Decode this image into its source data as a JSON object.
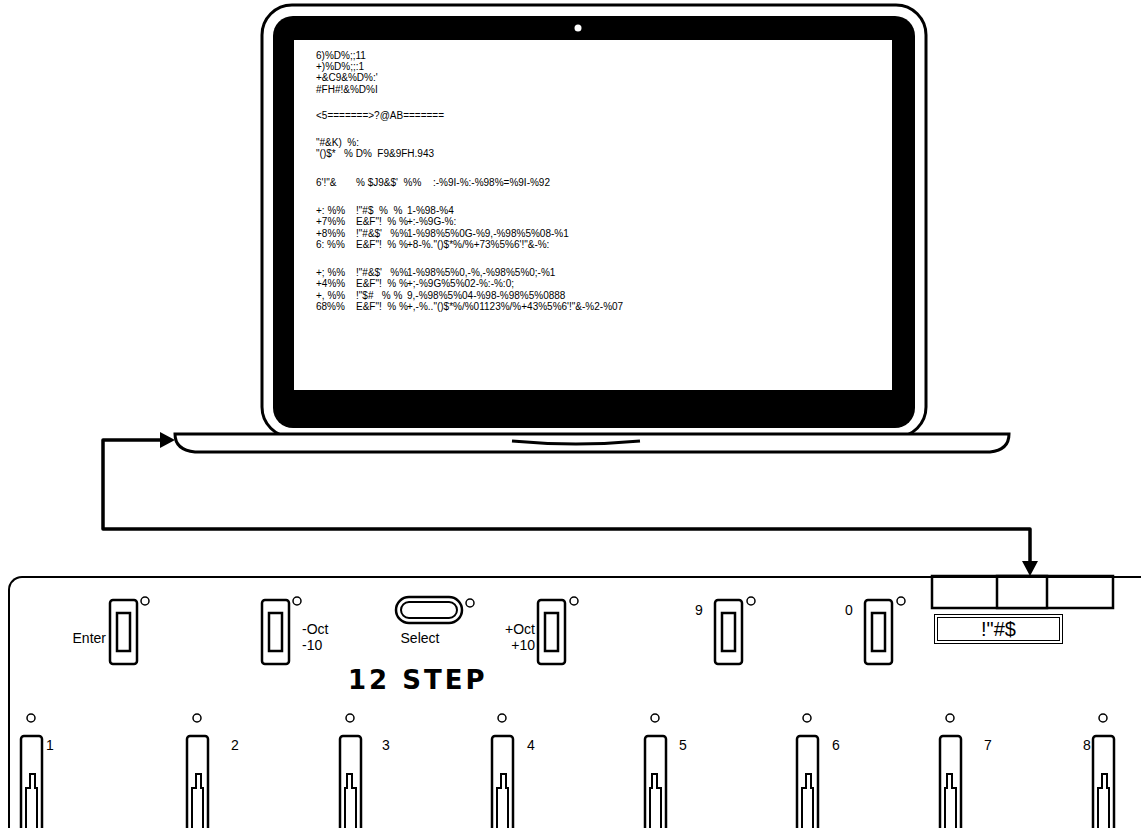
{
  "diagram": {
    "nodes": [
      {
        "text": [
          "6)%D%;;11",
          "+)%D%;;:1",
          "+&C9&%D%:'",
          "#FH#!&%D%I",
          "<5=======>?@AB=======",
          "\"#&K)  %:",
          "\"()$*   % D%  F9&9FH.943",
          "6'!\"&",
          "% $J9&$'  %%",
          ":-%9I-%:-%98%=%9I-%92",
          "+: %%",
          "!\"#$  %  %",
          "1-%98-%4",
          "+7%%",
          "E&F\"!  % %",
          "+:-%9G-%:",
          "+8%%",
          "!\"#&$'   %%",
          "1-%98%5%0G-%9,-%98%5%08-%1",
          "6: %%",
          "E&F\"!  % %",
          "+8-%.\"()$*%/%+73%5%6'!\"&-%:",
          "+; %%",
          "!\"#&$'   %%",
          "1-%98%5%0,-%,-%98%5%0;-%1",
          "+4%%",
          "E&F\"!  % %",
          "+;-%9G%5%02-%:-%:0;",
          "+, %%",
          "!\"$#   % %",
          "9,-%98%5%04-%98-%98%5%0888",
          "68%%",
          "E&F\"!  % %",
          "+,-%..\"()$*%/%01123%/%+43%5%6'!\"&-%2-%07"
        ]
      },
      {
        "text": [
          "Enter",
          "-Oct -10",
          "Select",
          "+Oct +10",
          "9",
          "0",
          "12 STEP",
          "1",
          "2",
          "3",
          "4",
          "5",
          "6",
          "7",
          "8"
        ]
      },
      {
        "text": [
          "!\"#$"
        ],
        "in": 1
      }
    ],
    "edges": [
      {
        "from": 0,
        "to": 1,
        "arrow": "both"
      }
    ]
  }
}
